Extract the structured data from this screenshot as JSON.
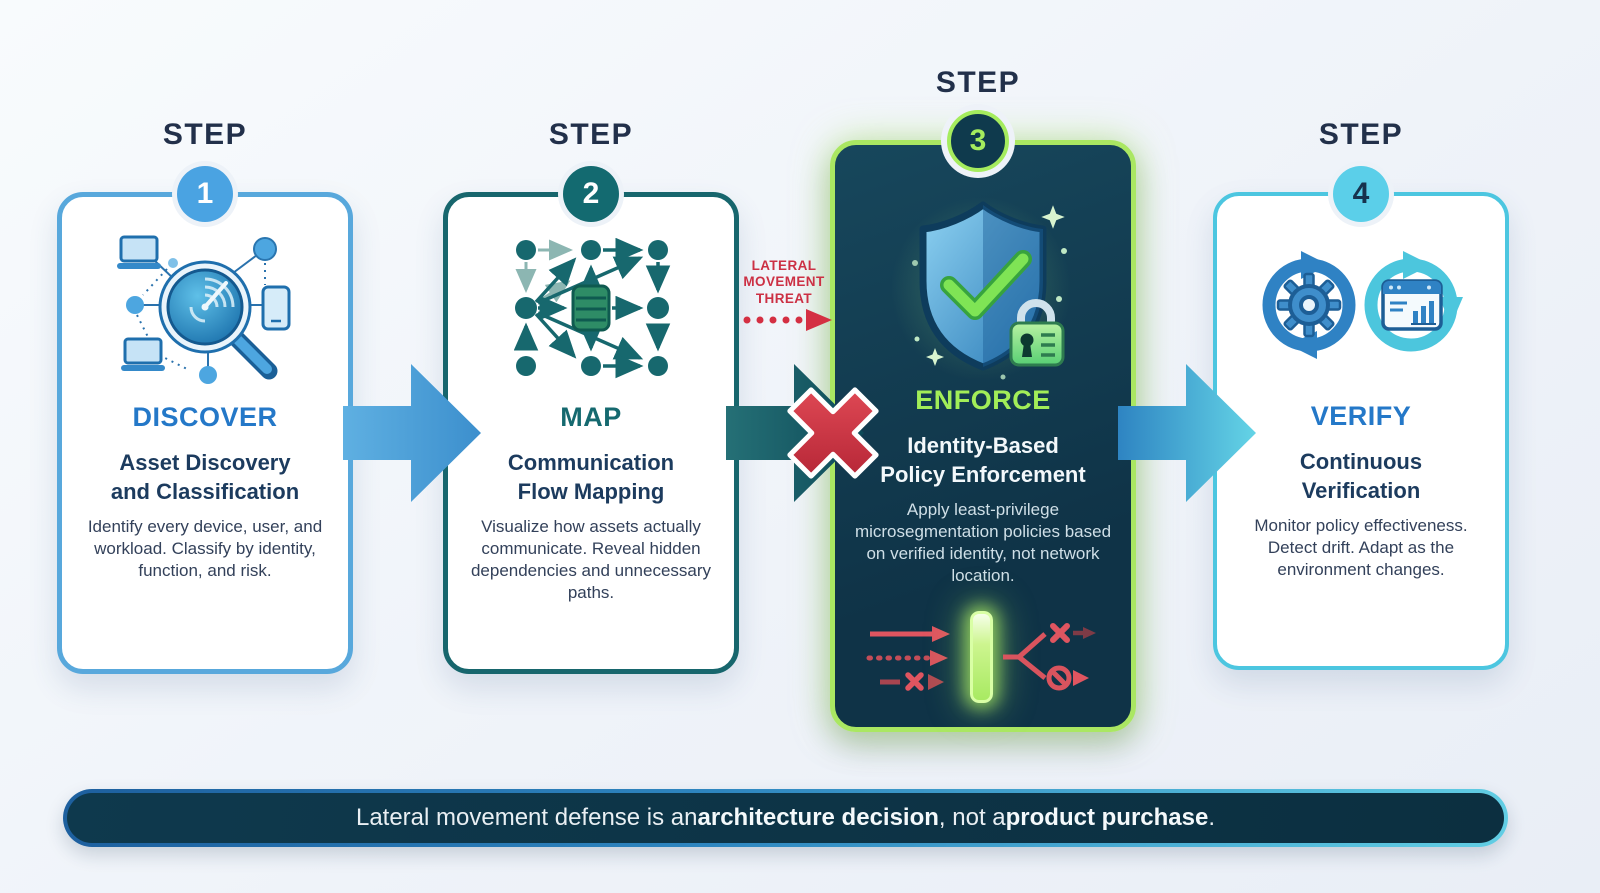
{
  "colors": {
    "background": "#eef2f8",
    "step_text": "#22304a",
    "discover_accent": "#2478c8",
    "map_accent": "#15696f",
    "enforce_accent": "#a2ee58",
    "verify_accent": "#2478c8",
    "threat_red": "#cc3044",
    "enforce_card_bg": "#0f3347",
    "banner_bg": "#0c2f40"
  },
  "steps": [
    {
      "step_label": "STEP",
      "number": "1",
      "action": "DISCOVER",
      "title_lines": [
        "Asset Discovery",
        "and Classification"
      ],
      "description": "Identify every device, user, and workload. Classify by identity, function, and risk.",
      "icon": "asset-discovery-radar"
    },
    {
      "step_label": "STEP",
      "number": "2",
      "action": "MAP",
      "title_lines": [
        "Communication",
        "Flow Mapping"
      ],
      "description": "Visualize how assets actually communicate. Reveal hidden dependencies and unnecessary paths.",
      "icon": "communication-flow-map"
    },
    {
      "step_label": "STEP",
      "number": "3",
      "action": "ENFORCE",
      "title_lines": [
        "Identity-Based",
        "Policy Enforcement"
      ],
      "description": "Apply least-privilege microsegmentation policies based on verified identity, not network location.",
      "icon": "shield-check-lock"
    },
    {
      "step_label": "STEP",
      "number": "4",
      "action": "VERIFY",
      "title_lines": [
        "Continuous",
        "Verification"
      ],
      "description": "Monitor policy effectiveness. Detect drift. Adapt as the environment changes.",
      "icon": "continuous-loop-monitor"
    }
  ],
  "threat": {
    "lines": [
      "LATERAL",
      "MOVEMENT",
      "THREAT"
    ]
  },
  "banner": {
    "regular_1": "Lateral movement defense is an ",
    "bold_1": "architecture decision",
    "regular_2": ", not a ",
    "bold_2": "product purchase",
    "regular_3": "."
  }
}
